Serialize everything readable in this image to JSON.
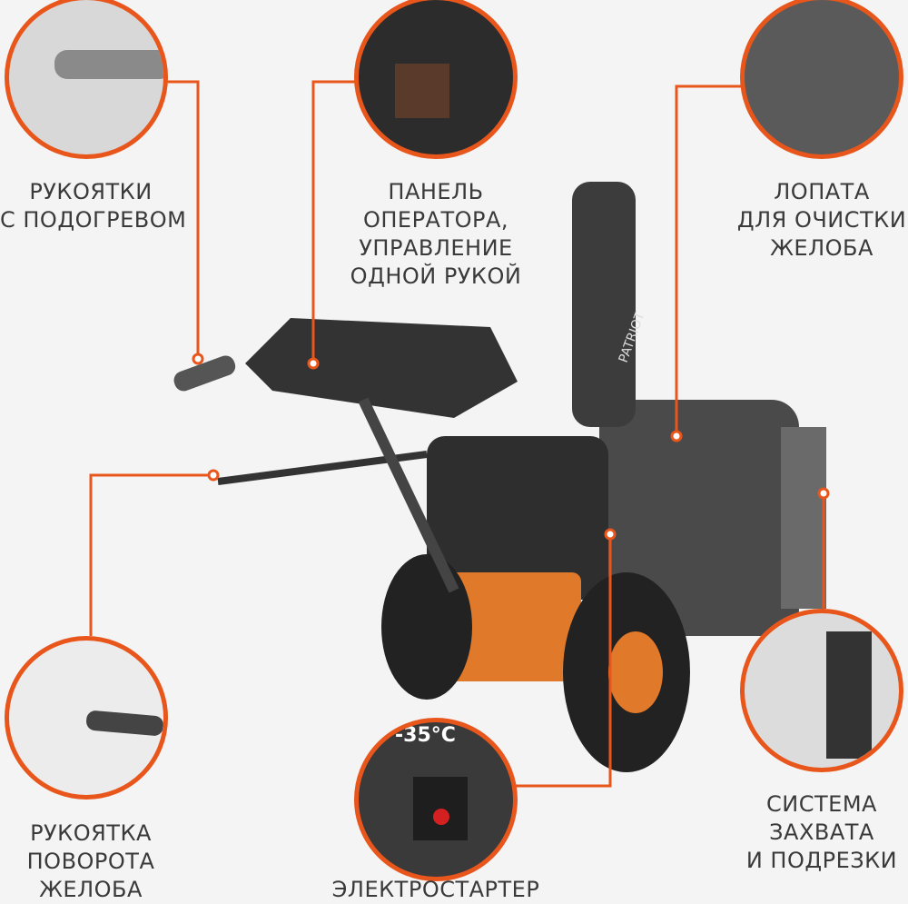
{
  "accent_color": "#e8561c",
  "features": [
    {
      "id": "heated-grips",
      "label": "РУКОЯТКИ\nС ПОДОГРЕВОМ"
    },
    {
      "id": "operator-panel",
      "label": "ПАНЕЛЬ\nОПЕРАТОРА,\nУПРАВЛЕНИЕ\nОДНОЙ РУКОЙ"
    },
    {
      "id": "chute-cleaning-shovel",
      "label": "ЛОПАТА\nДЛЯ ОЧИСТКИ\nЖЕЛОБА"
    },
    {
      "id": "chute-rotation-handle",
      "label": "РУКОЯТКА\nПОВОРОТА\nЖЕЛОБА"
    },
    {
      "id": "electric-starter",
      "label": "ЭЛЕКТРОСТАРТЕР"
    },
    {
      "id": "capture-system",
      "label": "СИСТЕМА\nЗАХВАТА\nИ ПОДРЕЗКИ"
    }
  ],
  "product": {
    "brand": "PATRIOT",
    "temperature": "-35°C"
  }
}
